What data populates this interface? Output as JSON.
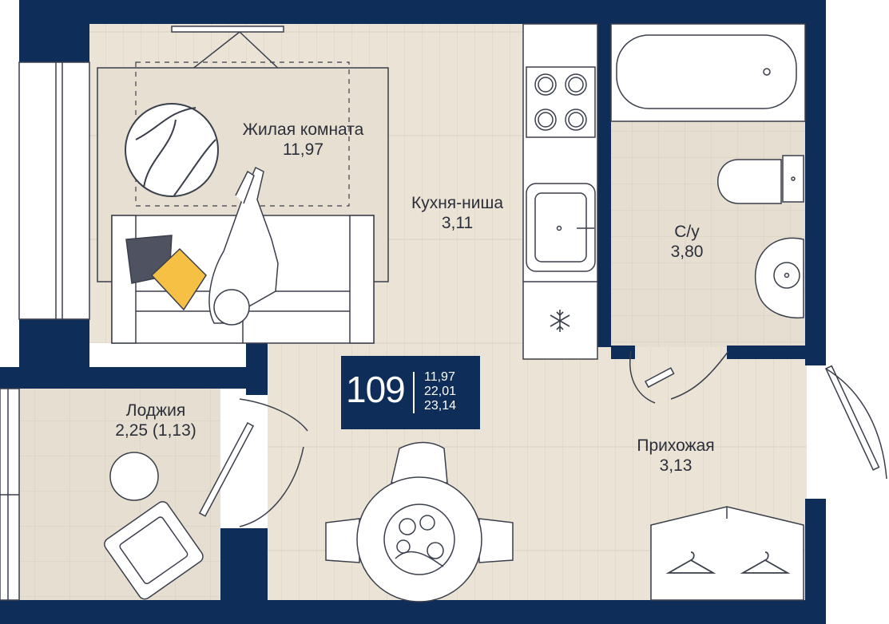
{
  "colors": {
    "wall": "#0f2d59",
    "floor_wood": "#ebe4d6",
    "floor_tile": "#e4ddcf",
    "line": "#3a3f4c",
    "accent_pillow": "#f6c044",
    "dark_pillow": "#4f5361"
  },
  "rooms": {
    "living": {
      "name": "Жилая комната",
      "area": "11,97"
    },
    "kitchen": {
      "name": "Кухня-ниша",
      "area": "3,11"
    },
    "bathroom": {
      "name": "С/у",
      "area": "3,80"
    },
    "loggia": {
      "name": "Лоджия",
      "area": "2,25 (1,13)"
    },
    "hallway": {
      "name": "Прихожая",
      "area": "3,13"
    }
  },
  "badge": {
    "number": "109",
    "living_area": "11,97",
    "net_area": "22,01",
    "total_area": "23,14"
  },
  "icons": [
    "snowflake-icon",
    "hanger-icon",
    "hanger-icon"
  ]
}
